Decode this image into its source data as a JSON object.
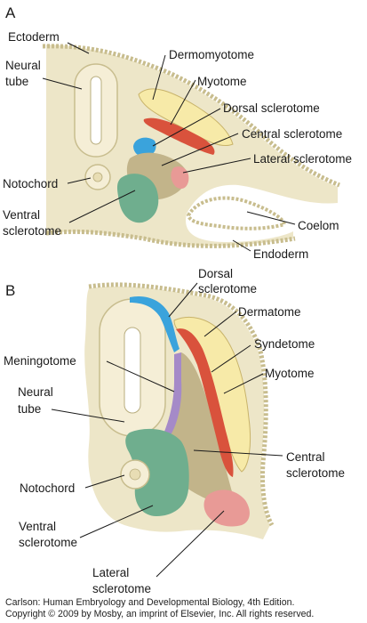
{
  "panel_a": {
    "letter": "A",
    "labels": {
      "ectoderm": "Ectoderm",
      "neural_tube_1": "Neural",
      "neural_tube_2": "tube",
      "dermomyotome": "Dermomyotome",
      "myotome": "Myotome",
      "dorsal_sclerotome": "Dorsal sclerotome",
      "central_sclerotome": "Central sclerotome",
      "lateral_sclerotome": "Lateral sclerotome",
      "notochord": "Notochord",
      "ventral_sclerotome_1": "Ventral",
      "ventral_sclerotome_2": "sclerotome",
      "coelom": "Coelom",
      "endoderm": "Endoderm"
    }
  },
  "panel_b": {
    "letter": "B",
    "labels": {
      "dorsal_sclerotome_1": "Dorsal",
      "dorsal_sclerotome_2": "sclerotome",
      "dermatome": "Dermatome",
      "syndetome": "Syndetome",
      "myotome": "Myotome",
      "meningotome": "Meningotome",
      "neural_tube_1": "Neural",
      "neural_tube_2": "tube",
      "central_sclerotome_1": "Central",
      "central_sclerotome_2": "sclerotome",
      "notochord": "Notochord",
      "ventral_sclerotome_1": "Ventral",
      "ventral_sclerotome_2": "sclerotome",
      "lateral_sclerotome_1": "Lateral",
      "lateral_sclerotome_2": "sclerotome"
    }
  },
  "credit": {
    "line1": "Carlson: Human Embryology and Developmental Biology, 4th Edition.",
    "line2": "Copyright © 2009 by Mosby, an imprint of Elsevier, Inc. All rights reserved."
  },
  "colors": {
    "tissue": "#ede6c8",
    "tube_fill": "#ffffff",
    "tube_wall": "#f5eed6",
    "dermomyotome": "#f7eaa8",
    "myotome": "#d9523c",
    "dorsal_sclerotome": "#3aa3dc",
    "central_sclerotome": "#c2b48a",
    "lateral_sclerotome": "#e89a96",
    "ventral_sclerotome": "#6fae8e",
    "meningotome": "#a58ac8"
  }
}
